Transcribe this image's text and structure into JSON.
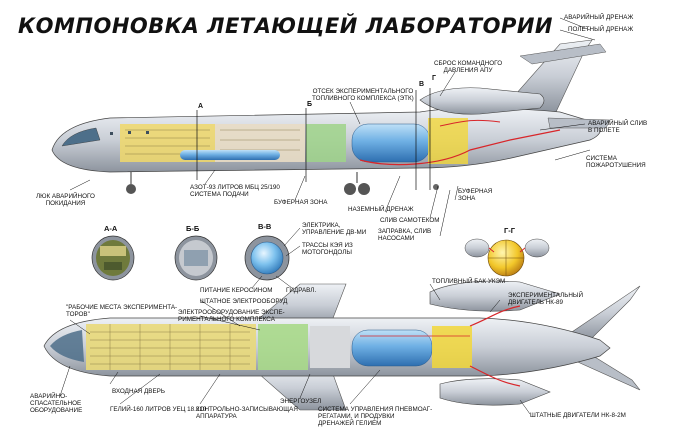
{
  "title": "КОМПОНОВКА ЛЕТАЮЩЕЙ ЛАБОРАТОРИИ",
  "top_view": {
    "labels": {
      "avar_drenazh": "АВАРИЙНЫЙ ДРЕНАЖ",
      "polet_drenazh": "ПОЛЕТНЫЙ ДРЕНАЖ",
      "sbros": "СБРОС КОМАНДНОГО\nДАВЛЕНИЯ АПУ",
      "otsek": "ОТСЕК ЭКСПЕРИМЕНТАЛЬНОГО\nТОПЛИВНОГО КОМПЛЕКСА (ЭТК)",
      "avar_sliv": "АВАРИЙНЫЙ СЛИВ\nВ ПОЛЕТЕ",
      "sistema_pozh": "СИСТЕМА\nПОЖАРОТУШЕНИЯ",
      "lyuk": "ЛЮК АВАРИЙНОГО\nПОКИДАНИЯ",
      "azot": "АЗОТ-93 литров МБЦ 25/190\nСИСТЕМА ПОДАЧИ",
      "bufer_1": "БУФЕРНАЯ ЗОНА",
      "bufer_2": "БУФЕРНАЯ\nЗОНА",
      "nazem": "НАЗЕМНЫЙ ДРЕНАЖ",
      "sliv_samotekom": "СЛИВ САМОТЕКОМ",
      "zapravka": "ЗАПРАВКА, СЛИВ\nНАСОСАМИ"
    },
    "section_marks": [
      "А",
      "Б",
      "В",
      "Г"
    ]
  },
  "sections": {
    "a_a": "А-А",
    "b_b": "Б-Б",
    "v_v": "В-В",
    "g_g": "Г-Г",
    "elektrika": "ЭЛЕКТРИКА,\nУПРАВЛЕНИЕ ДВ-ми",
    "trassy": "ТРАССЫ КЭЯ ИЗ\nМОТОГОНДОЛЫ",
    "pitanie": "ПИТАНИЕ КЕРОСИНОМ",
    "gidravl": "ГИДРАВЛ."
  },
  "bottom_view": {
    "labels": {
      "toplivny_bak": "ТОПЛИВНЫЙ БАК УКЭМ",
      "eksp_dvigatel": "ЭКСПЕРИМЕНТАЛЬНЫЙ\nДВИГАТЕЛЬ НК-89",
      "shtatnoe_el": "ШТАТНОЕ ЭЛЕКТРООБОРУД",
      "rabochie": "\"РАБОЧИЕ МЕСТА ЭКСПЕРИМЕНТА-\nТОРОВ\"",
      "elektrooborud": "ЭЛЕКТРООБОРУДОВАНИЕ ЭКСПЕ-\nРИМЕНТАЛЬНОГО КОМПЛЕКСА",
      "avar_spas": "АВАРИЙНО-\nСПАСАТЕЛЬНОЕ\nОБОРУДОВАНИЕ",
      "vhodnaya": "ВХОДНАЯ ДВЕРЬ",
      "geliy": "ГЕЛИЙ-160 литров УЕЦ 18.210",
      "kontrolno": "КОНТРОЛЬНО-ЗАПИСЫВАЮЩАЯ\nАППАРАТУРА",
      "energouzel": "ЭНЕРГОУЗЕЛ",
      "sistema_upr": "СИСТЕМА УПРАВЛЕНИЯ ПНЕВМОАГ-\nРЕГАТАМИ, И ПРОДУВКИ\nДРЕНАЖЕЙ ГЕЛИЕМ",
      "shtatnye_dv": "ШТАТНЫЕ ДВИГАТЕЛИ НК-8-2М"
    }
  },
  "colors": {
    "fuselage": "#c9ced6",
    "fuselage_dark": "#8d949e",
    "tank_blue": "#4b8fd0",
    "tank_light": "#9ccbf0",
    "yellow": "#f2d73a",
    "orange": "#d98a28",
    "red_pipe": "#d8262a",
    "green": "#7fbf6a",
    "accent_cyan": "#5fc8e8"
  }
}
